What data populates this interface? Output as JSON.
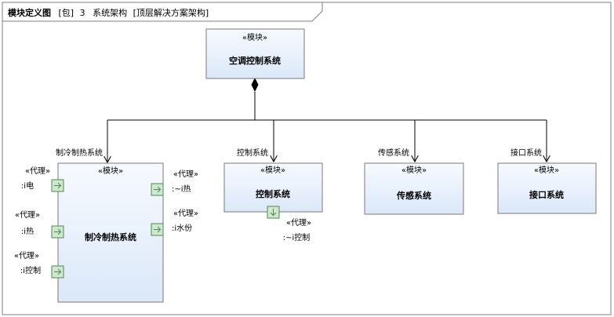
{
  "header": {
    "diagram_kind": "模块定义图",
    "package_tag": "[包]",
    "package_number": "3",
    "package_name": "系统架构",
    "diagram_name": "[顶层解决方案架构]"
  },
  "root_block": {
    "stereotype": "«模块»",
    "name": "空调控制系统"
  },
  "blocks": [
    {
      "role": "制冷制热系统",
      "stereotype": "«模块»",
      "name": "制冷制热系统",
      "ports_left": [
        {
          "stereotype": "«代理»",
          "name": ":i电"
        },
        {
          "stereotype": "«代理»",
          "name": ":i热"
        },
        {
          "stereotype": "«代理»",
          "name": ":i控制"
        }
      ],
      "ports_right": [
        {
          "stereotype": "«代理»",
          "name": ":~i热"
        },
        {
          "stereotype": "«代理»",
          "name": ":i水份"
        }
      ]
    },
    {
      "role": "控制系统",
      "stereotype": "«模块»",
      "name": "控制系统",
      "ports_bottom": [
        {
          "stereotype": "«代理»",
          "name": ":~i控制"
        }
      ]
    },
    {
      "role": "传感系统",
      "stereotype": "«模块»",
      "name": "传感系统"
    },
    {
      "role": "接口系统",
      "stereotype": "«模块»",
      "name": "接口系统"
    }
  ],
  "colors": {
    "block_fill_top": "#f7faff",
    "block_fill_bottom": "#dbe8f8",
    "block_border": "#7a7a7a",
    "port_fill": "#cfe8cf",
    "port_border": "#4e8a4e",
    "line": "#000000",
    "frame": "#7f7f7f"
  }
}
